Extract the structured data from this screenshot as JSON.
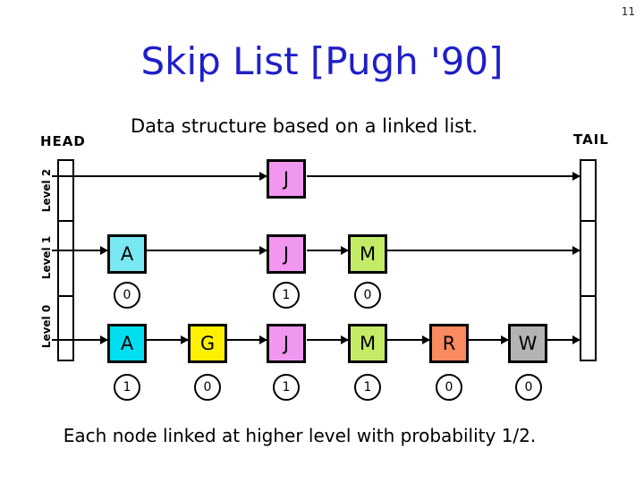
{
  "page_number": "11",
  "title": "Skip List [Pugh '90]",
  "subtitle": "Data structure based on a linked list.",
  "caption": "Each node linked at higher level with probability 1/2.",
  "head": {
    "label": "HEAD"
  },
  "tail": {
    "label": "TAIL"
  },
  "levels": {
    "l2": "Level 2",
    "l1": "Level 1",
    "l0": "Level 0"
  },
  "colors": {
    "title": "#1f1fc8",
    "line": "#000000",
    "background": "#ffffff"
  },
  "nodes": {
    "l2_j": {
      "label": "J",
      "color": "#f197ef"
    },
    "l1_a": {
      "label": "A",
      "color": "#79e8f2"
    },
    "l1_j": {
      "label": "J",
      "color": "#f197ef"
    },
    "l1_m": {
      "label": "M",
      "color": "#c3eb66"
    },
    "l0_a": {
      "label": "A",
      "color": "#00deef"
    },
    "l0_g": {
      "label": "G",
      "color": "#fdf000"
    },
    "l0_j": {
      "label": "J",
      "color": "#f197ef"
    },
    "l0_m": {
      "label": "M",
      "color": "#c3eb66"
    },
    "l0_r": {
      "label": "R",
      "color": "#fa8a5f"
    },
    "l0_w": {
      "label": "W",
      "color": "#b3b3b3"
    }
  },
  "coin_flips": {
    "l1": {
      "a": "0",
      "j": "1",
      "m": "0"
    },
    "l0": {
      "a": "1",
      "g": "0",
      "j": "1",
      "m": "1",
      "r": "0",
      "w": "0"
    }
  }
}
